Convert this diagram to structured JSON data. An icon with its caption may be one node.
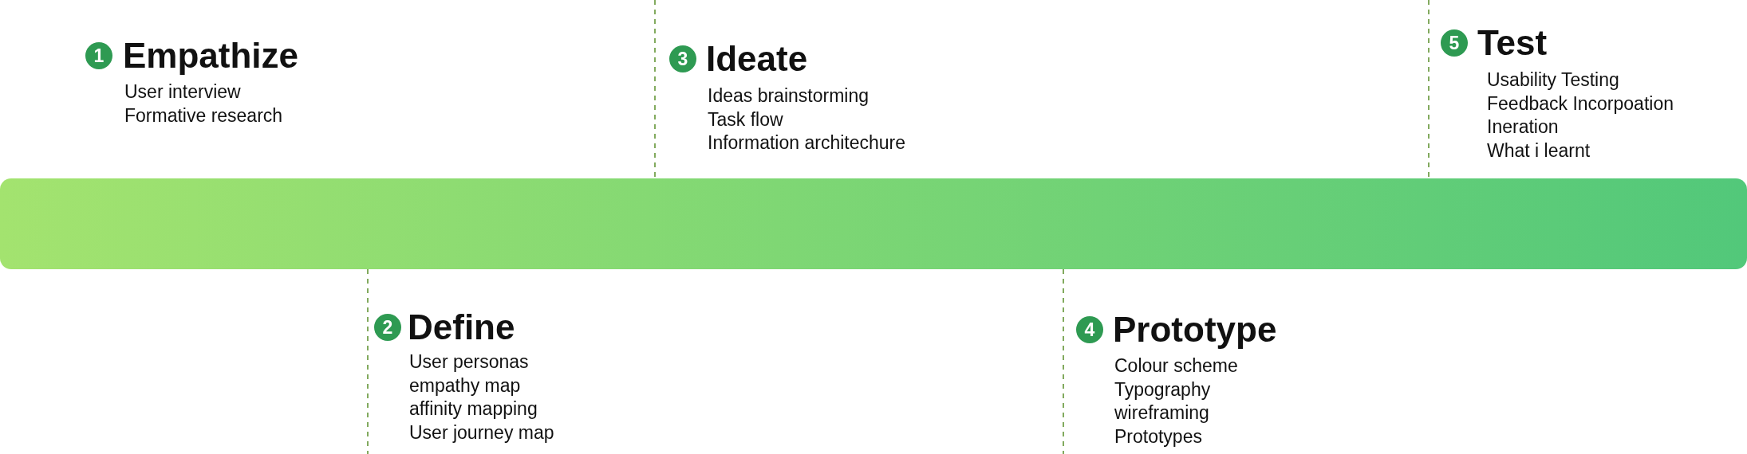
{
  "diagram": {
    "nodes": [
      {
        "text": [
          "1"
        ],
        "beside": [
          "Empathize",
          "User interview",
          "Formative research"
        ]
      },
      {
        "text": [
          "2"
        ],
        "beside": [
          "Define",
          "User personas",
          "empathy map",
          "affinity mapping",
          "User journey map"
        ]
      },
      {
        "text": [
          "3"
        ],
        "beside": [
          "Ideate",
          "Ideas brainstorming",
          "Task flow",
          "Information architechure"
        ]
      },
      {
        "text": [
          "4"
        ],
        "beside": [
          "Prototype",
          "Colour scheme",
          "Typography",
          "wireframing",
          "Prototypes"
        ]
      },
      {
        "text": [
          "5"
        ],
        "beside": [
          "Test",
          "Usability Testing",
          "Feedback Incorpoation",
          "Ineration",
          "What i learnt"
        ]
      },
      {
        "text": [],
        "shape": "bar"
      }
    ]
  }
}
